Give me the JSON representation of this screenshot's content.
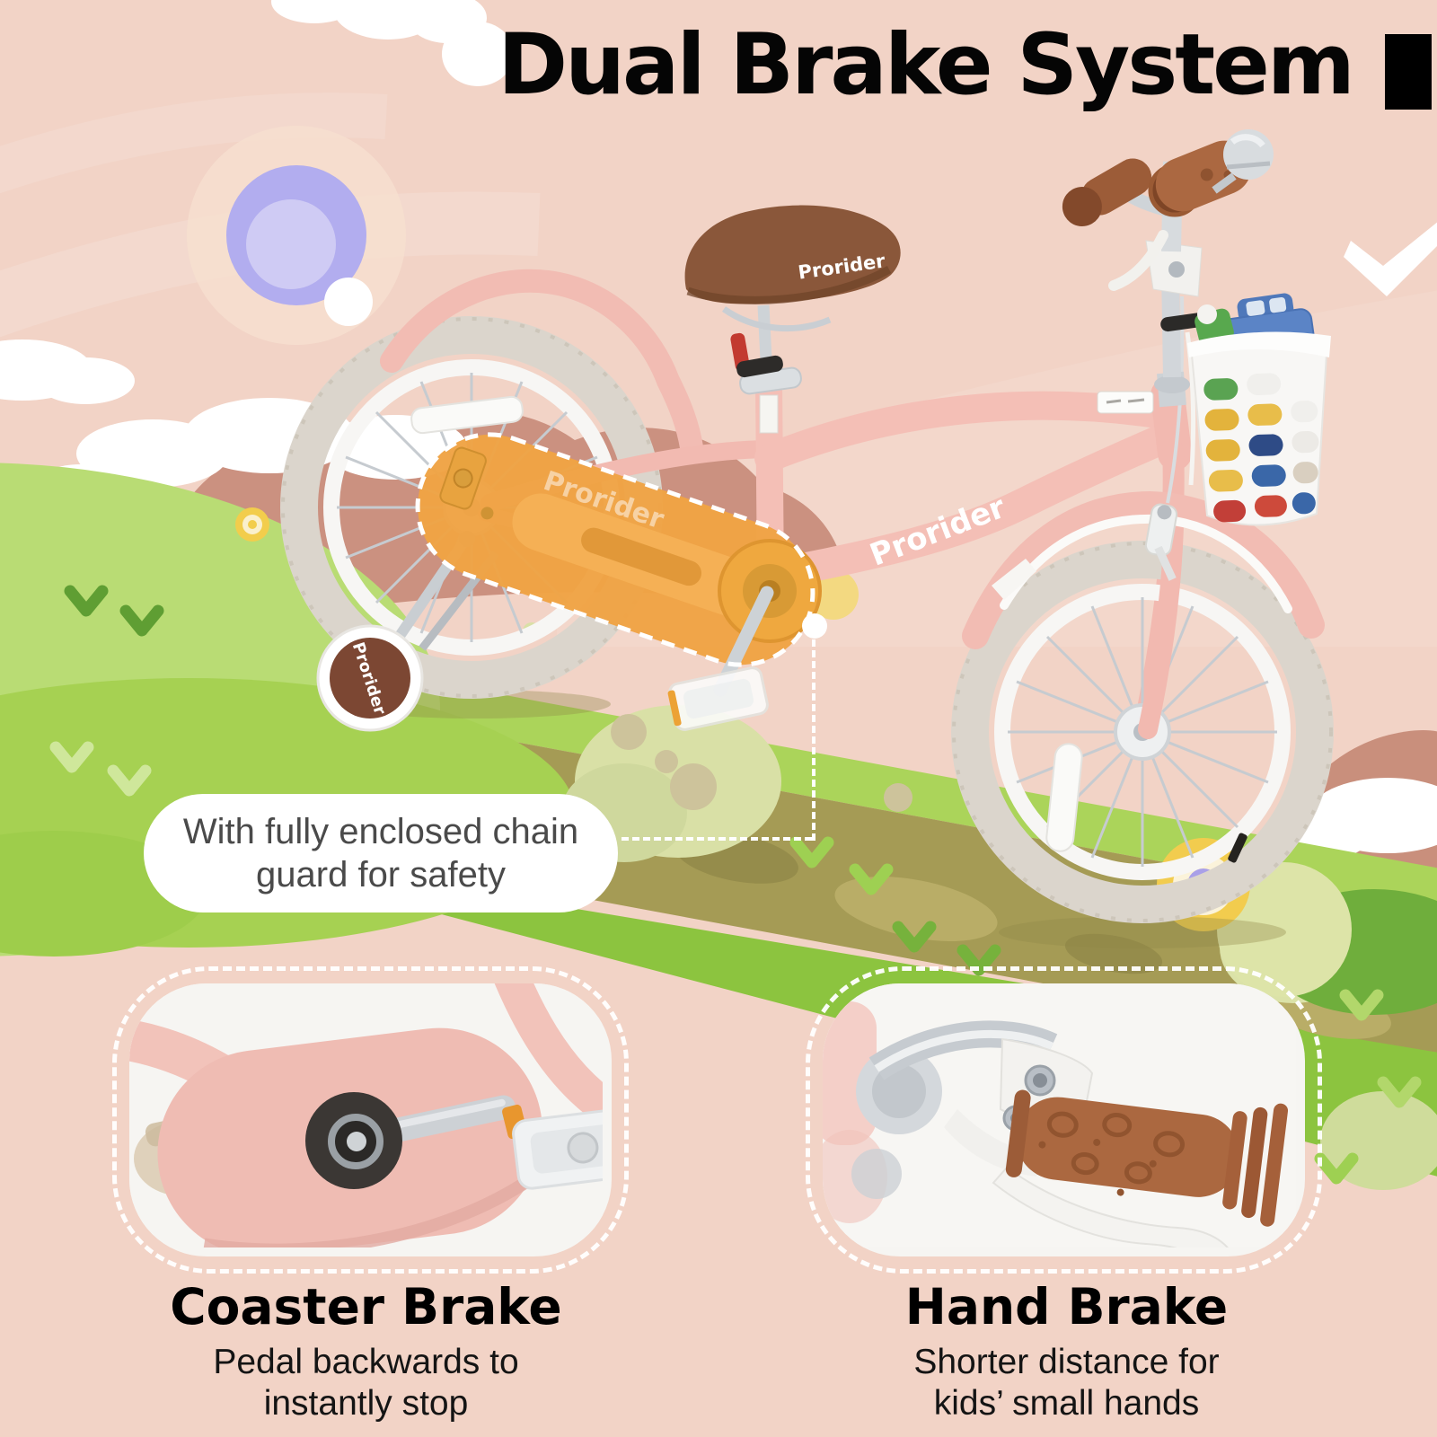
{
  "title": "Dual Brake System",
  "brand": "Prorider",
  "callout": {
    "line1": "With fully enclosed chain",
    "line2": "guard for safety"
  },
  "features": [
    {
      "heading": "Coaster Brake",
      "line1": "Pedal backwards to",
      "line2": "instantly stop"
    },
    {
      "heading": "Hand Brake",
      "line1": "Shorter distance for",
      "line2": "kids’ small hands"
    }
  ],
  "colors": {
    "background_pink": "#f2d3c6",
    "title_black": "#050505",
    "frame_pink": "#f4bfb6",
    "chain_guard_orange": "#f0a344",
    "saddle_brown": "#8a573a",
    "grip_brown": "#ab6841",
    "road_olive": "#a59b55",
    "grass_green": "#8cc43f",
    "hill_light_green": "#b9dc74",
    "mountain_rose": "#cb9180",
    "sun_purple": "#b2adef",
    "callout_text": "#4a4a4a"
  }
}
